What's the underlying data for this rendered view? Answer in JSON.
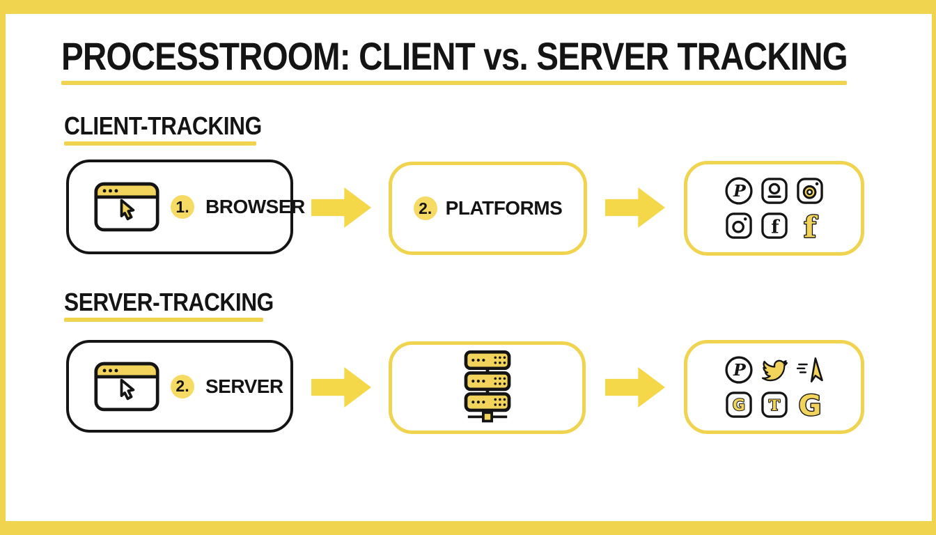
{
  "title": "PROCESSTROOM: CLIENT vs. SERVER TRACKING",
  "colors": {
    "frame_yellow": "#F0D44F",
    "underline_yellow": "#F0D44F",
    "arrow_yellow": "#F4D84A",
    "badge_yellow": "#F5DA64",
    "icon_yellow": "#F2D45C",
    "ink_black": "#141414"
  },
  "sections": [
    {
      "label": "CLIENT-TRACKING",
      "steps": [
        {
          "badge": "1.",
          "label": "BROWSER",
          "icon": "browser-window"
        },
        {
          "badge": "2.",
          "label": "PLATFORMS"
        },
        {
          "icons": [
            "pinterest",
            "camera",
            "instagram-filled",
            "instagram",
            "facebook-square",
            "facebook-f"
          ]
        }
      ]
    },
    {
      "label": "SERVER-TRACKING",
      "steps": [
        {
          "badge": "2.",
          "label": "SERVER",
          "icon": "browser-window"
        },
        {
          "icon": "server-rack"
        },
        {
          "icons": [
            "pinterest",
            "twitter",
            "speed-cursor",
            "google-g-square",
            "letter-t-square",
            "google-g"
          ]
        }
      ]
    }
  ],
  "icon_glyphs": {
    "pinterest": "P",
    "facebook": "f",
    "google": "G",
    "letter_t": "T"
  }
}
